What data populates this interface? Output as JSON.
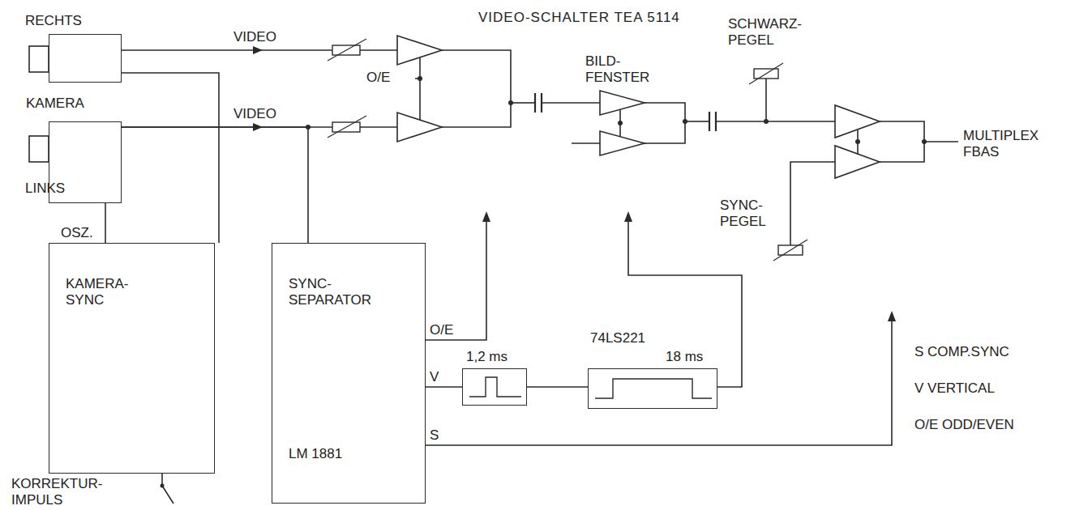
{
  "diagram": {
    "title": "VIDEO-SCHALTER TEA 5114",
    "nodes": [
      {
        "text": [
          "RECHTS"
        ]
      },
      {
        "text": [
          "LINKS"
        ]
      },
      {
        "text": [
          "KAMERA- SYNC"
        ]
      },
      {
        "text": [
          "SYNC- SEPARATOR",
          "LM 1881"
        ]
      },
      {
        "text": [
          "1,2 ms"
        ]
      },
      {
        "text": [
          "18 ms"
        ]
      }
    ],
    "edges": [
      {
        "from": 2,
        "to": 0,
        "arrow": "none"
      },
      {
        "from": 2,
        "to": 1,
        "arrow": "none"
      },
      {
        "from": 1,
        "to": 3,
        "arrow": "none"
      },
      {
        "from": 3,
        "to": 4,
        "arrow": "none"
      },
      {
        "from": 4,
        "to": 5,
        "arrow": "none"
      }
    ],
    "labels": [
      "VIDEO",
      "VIDEO",
      "KAMERA",
      "O/E",
      "OSZ.",
      "KORREKTUR- IMPULS",
      "O/E",
      "V",
      "S",
      "74LS221",
      "BILD- FENSTER",
      "SCHWARZ- PEGEL",
      "SYNC- PEGEL",
      "MULTIPLEX FBAS",
      "S COMP.SYNC",
      "V VERTICAL",
      "O/E ODD/EVEN"
    ]
  }
}
